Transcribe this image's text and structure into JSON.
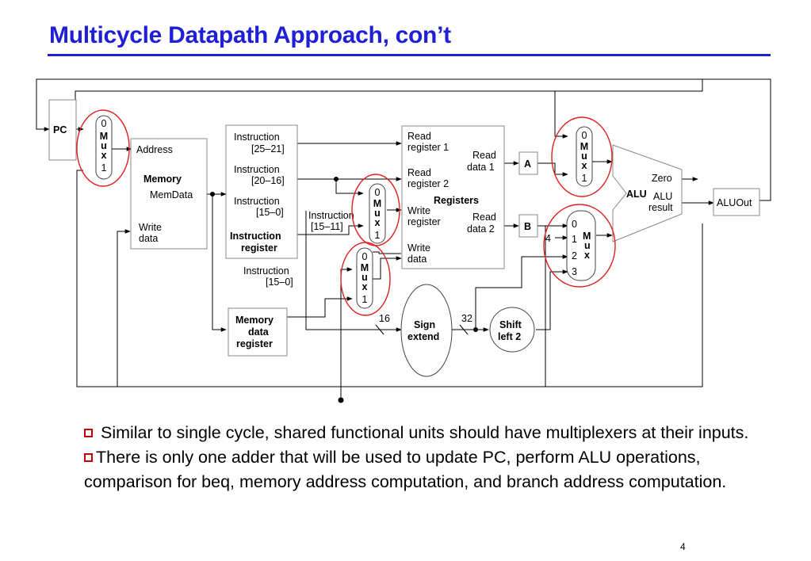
{
  "slide": {
    "title": "Multicycle Datapath Approach, con’t",
    "page_number": "4",
    "bullets": [
      {
        "text": " Similar to single cycle, shared functional units should have multiplexers at their inputs."
      },
      {
        "text": "There is only one adder that will be used to update PC, perform ALU operations, comparison for beq, memory address computation, and branch address computation."
      }
    ]
  },
  "diagram": {
    "pc": "PC",
    "mux_pc": [
      "0",
      "M",
      "u",
      "x",
      "1"
    ],
    "memory": {
      "name": "Memory",
      "address": "Address",
      "memdata": "MemData",
      "write": "Write",
      "data": "data"
    },
    "ir": {
      "f1a": "Instruction",
      "f1b": "[25–21]",
      "f2a": "Instruction",
      "f2b": "[20–16]",
      "f3a": "Instruction",
      "f3b": "[15–0]",
      "name1": "Instruction",
      "name2": "register"
    },
    "instr_15_0": {
      "a": "Instruction",
      "b": "[15–0]"
    },
    "instr_15_11": {
      "a": "Instruction",
      "b": "[15–11]"
    },
    "mdr": {
      "l1": "Memory",
      "l2": "data",
      "l3": "register"
    },
    "mux_rd": [
      "0",
      "M",
      "u",
      "x",
      "1"
    ],
    "mux_wd": [
      "0",
      "M",
      "u",
      "x",
      "1"
    ],
    "registers": {
      "rr1a": "Read",
      "rr1b": "register 1",
      "rr2a": "Read",
      "rr2b": "register 2",
      "wra": "Write",
      "wrb": "register",
      "wda": "Write",
      "wdb": "data",
      "rd1a": "Read",
      "rd1b": "data 1",
      "rd2a": "Read",
      "rd2b": "data 2",
      "name": "Registers"
    },
    "reg_a": "A",
    "reg_b": "B",
    "const_four": "4",
    "mux_a": [
      "0",
      "M",
      "u",
      "x",
      "1"
    ],
    "mux_b": {
      "inputs": [
        "0",
        "1",
        "2",
        "3"
      ],
      "letters": [
        "M",
        "u",
        "x"
      ]
    },
    "sign_extend": {
      "l1": "Sign",
      "l2": "extend"
    },
    "shift_left": {
      "l1": "Shift",
      "l2": "left 2"
    },
    "bus_16": "16",
    "bus_32": "32",
    "alu": {
      "name": "ALU",
      "zero": "Zero",
      "result1": "ALU",
      "result2": "result"
    },
    "aluout": "ALUOut"
  }
}
